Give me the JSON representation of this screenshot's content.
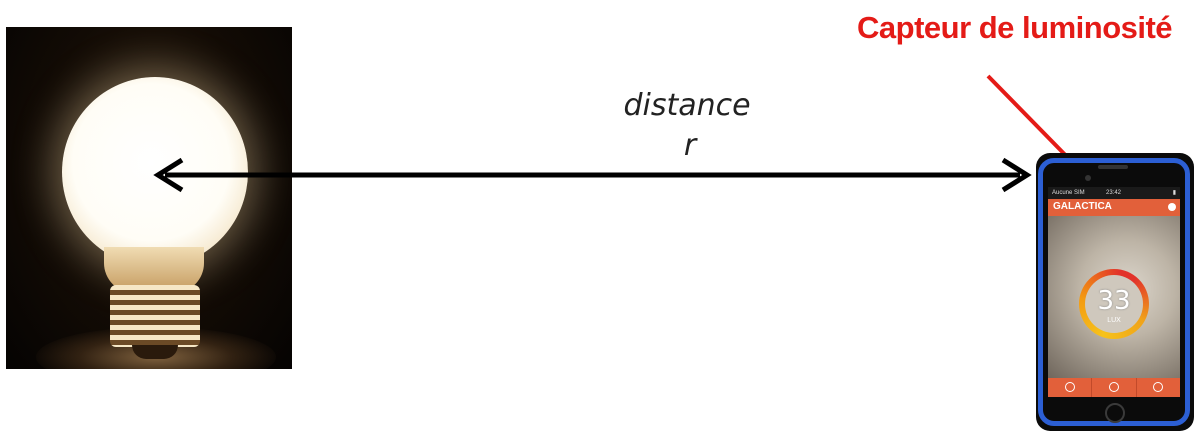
{
  "distance": {
    "word": "distance",
    "variable": "r"
  },
  "sensor_label": {
    "text": "Capteur de luminosité",
    "color": "#e41b17"
  },
  "phone": {
    "status_bar": {
      "carrier": "Aucune SIM",
      "time": "23:42"
    },
    "app_title": "GALACTICA",
    "reading": {
      "value": "33",
      "unit": "LUX"
    },
    "accent_color": "#e2603a",
    "case_color": "#2c5fd4",
    "tabs": [
      "tab-1",
      "tab-2",
      "tab-3"
    ]
  },
  "icons": {
    "bulb": "light-bulb-photo",
    "arrow": "double-headed-arrow",
    "sensor_pointer": "red-arrow"
  }
}
